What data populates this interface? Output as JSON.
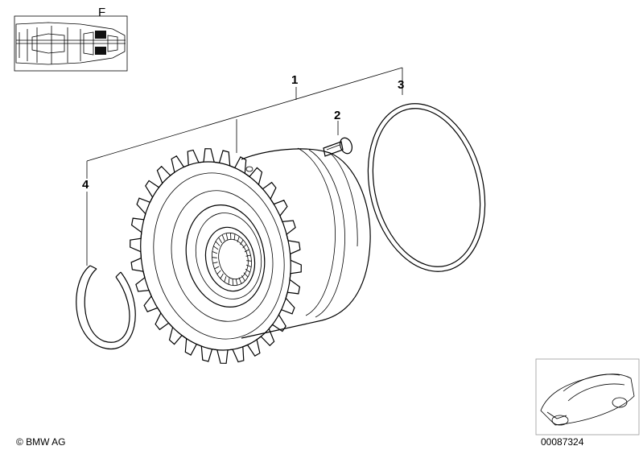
{
  "thumbnail": {
    "label": "F"
  },
  "callouts": [
    {
      "id": "1",
      "text": "1"
    },
    {
      "id": "2",
      "text": "2"
    },
    {
      "id": "3",
      "text": "3"
    },
    {
      "id": "4",
      "text": "4"
    }
  ],
  "footer": {
    "copyright": "© BMW AG",
    "image_number": "00087324"
  },
  "colors": {
    "line": "#000000",
    "background": "#ffffff",
    "frame": "#999999"
  }
}
